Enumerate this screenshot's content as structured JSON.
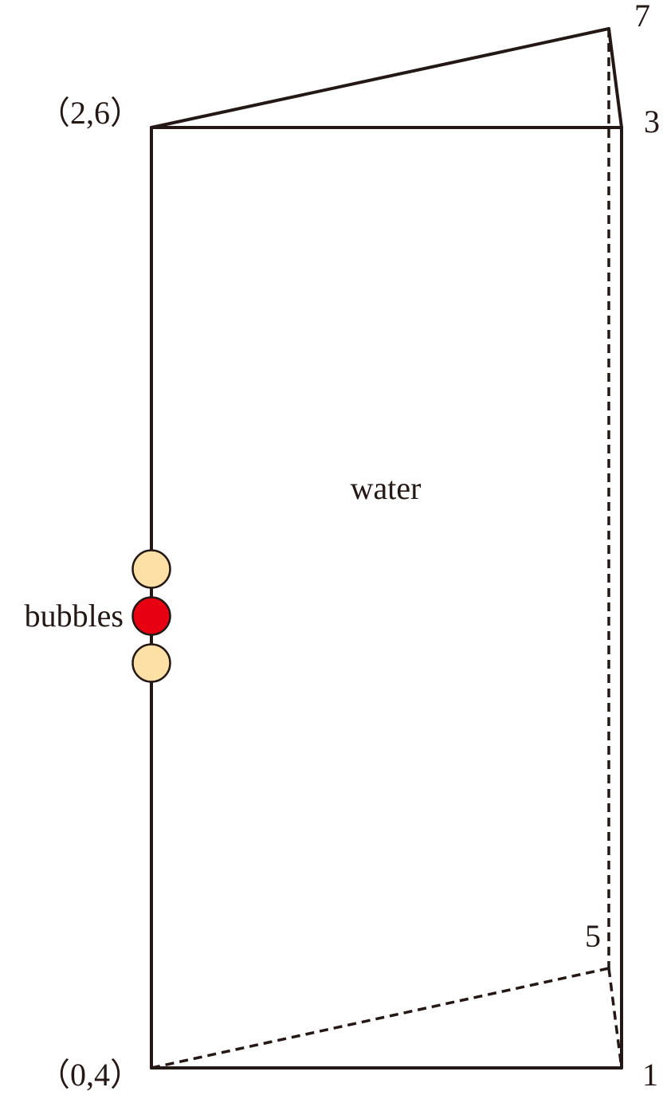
{
  "labels": {
    "corner_top_left": "（2,6）",
    "corner_bottom_left": "（0,4）",
    "corner_top_right_back": "7",
    "corner_top_right_front": "3",
    "corner_bottom_right_back": "5",
    "corner_bottom_right_front": "1",
    "medium": "water",
    "bubbles": "bubbles"
  },
  "colors": {
    "edge": "#231815",
    "bubble_outer": "#FDE0A5",
    "bubble_center": "#E60012"
  }
}
